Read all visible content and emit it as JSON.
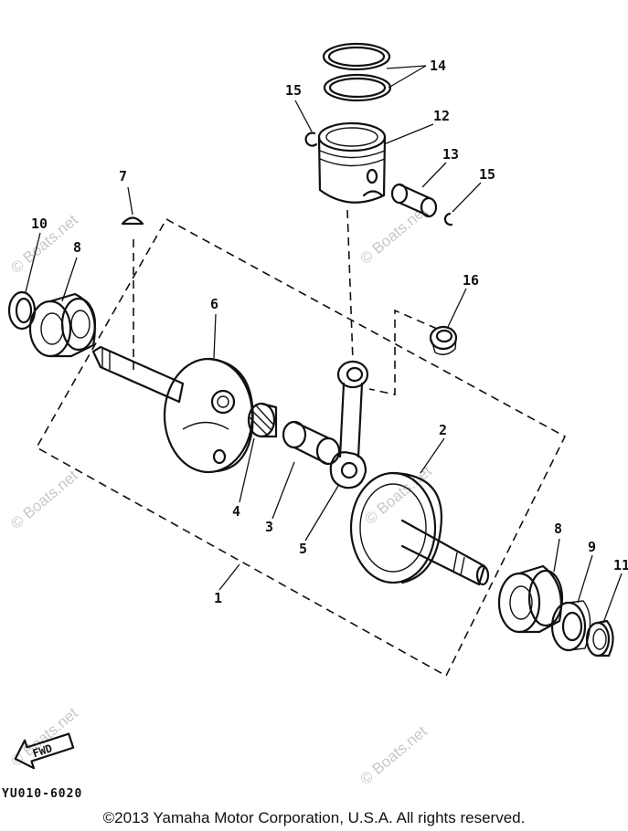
{
  "diagram": {
    "callouts": [
      "1",
      "2",
      "3",
      "4",
      "5",
      "6",
      "7",
      "8",
      "8",
      "9",
      "10",
      "11",
      "12",
      "13",
      "14",
      "15",
      "15",
      "16"
    ],
    "watermark": "© Boats.net",
    "fwd_label": "FWD",
    "code": "YU010-6020"
  },
  "footer": {
    "copyright": "©2013 Yamaha Motor Corporation, U.S.A. All rights reserved."
  }
}
